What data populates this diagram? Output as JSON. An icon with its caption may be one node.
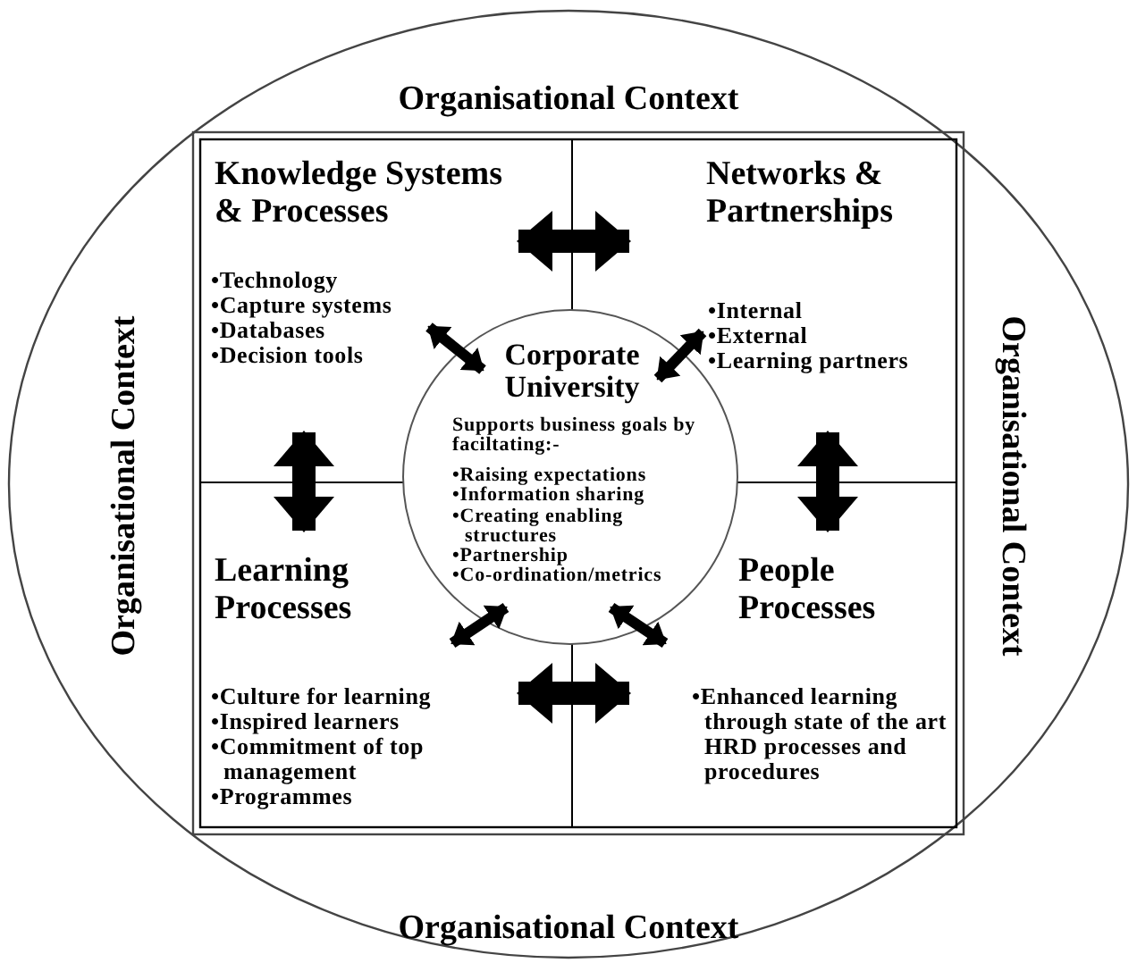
{
  "diagram": {
    "nodes": [
      {
        "text": [
          "Organisational Context",
          "Organisational Context",
          "Organisational Context",
          "Organisational Context"
        ]
      },
      {
        "text": [
          "Knowledge Systems & Processes",
          "•Technology",
          "•Capture systems",
          "•Databases",
          "•Decision tools"
        ],
        "in": 0
      },
      {
        "text": [
          "Networks & Partnerships",
          "•Internal",
          "•External",
          "•Learning partners"
        ],
        "in": 0
      },
      {
        "text": [
          "Learning Processes",
          "•Culture for learning",
          "•Inspired learners",
          "•Commitment of top management",
          "•Programmes"
        ],
        "in": 0
      },
      {
        "text": [
          "People Processes",
          "•Enhanced learning through state of the art HRD processes and procedures"
        ],
        "in": 0
      },
      {
        "text": [
          "Corporate University",
          "Supports business goals by faciltating:-",
          "•Raising expectations",
          "•Information sharing",
          "•Creating enabling structures",
          "•Partnership",
          "•Co-ordination/metrics"
        ],
        "in": 0
      }
    ],
    "edges": [
      {
        "from": 1,
        "to": 2,
        "arrow": "both",
        "style": "thick"
      },
      {
        "from": 1,
        "to": 3,
        "arrow": "both",
        "style": "thick"
      },
      {
        "from": 2,
        "to": 4,
        "arrow": "both",
        "style": "thick"
      },
      {
        "from": 3,
        "to": 4,
        "arrow": "both",
        "style": "thick"
      },
      {
        "from": 1,
        "to": 5,
        "arrow": "both"
      },
      {
        "from": 2,
        "to": 5,
        "arrow": "both"
      },
      {
        "from": 3,
        "to": 5,
        "arrow": "both"
      },
      {
        "from": 4,
        "to": 5,
        "arrow": "both"
      }
    ]
  }
}
